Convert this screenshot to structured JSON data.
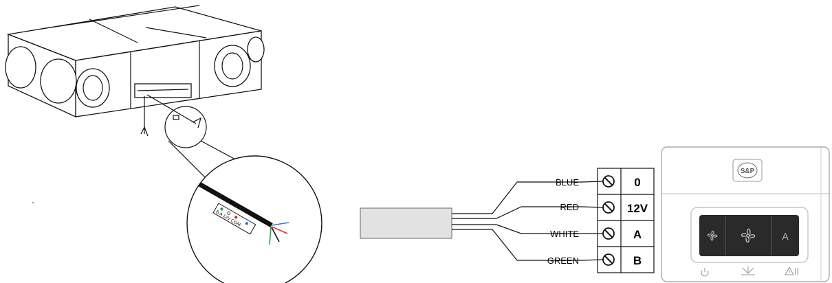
{
  "unit_diagram": {
    "connector_label": "B A 12V COM",
    "connector_dot_colors": [
      "#2e9e4a",
      "#d9342b",
      "#2f78d0"
    ]
  },
  "wiring": {
    "rows": [
      {
        "wire": "BLUE",
        "terminal": "0",
        "color": "#2f78d0"
      },
      {
        "wire": "RED",
        "terminal": "12V",
        "color": "#d9342b"
      },
      {
        "wire": "WHITE",
        "terminal": "A",
        "color": "#999999"
      },
      {
        "wire": "GREEN",
        "terminal": "B",
        "color": "#2e9e4a"
      }
    ]
  },
  "control_panel": {
    "logo_text": "S&P",
    "buttons": [
      {
        "icon": "fan-small-icon",
        "label": ""
      },
      {
        "icon": "fan-large-icon",
        "label": ""
      },
      {
        "icon": "auto-mode-icon",
        "label": "A"
      }
    ],
    "indicators": [
      "power-icon",
      "boost-icon",
      "warning-filter-icon"
    ]
  }
}
